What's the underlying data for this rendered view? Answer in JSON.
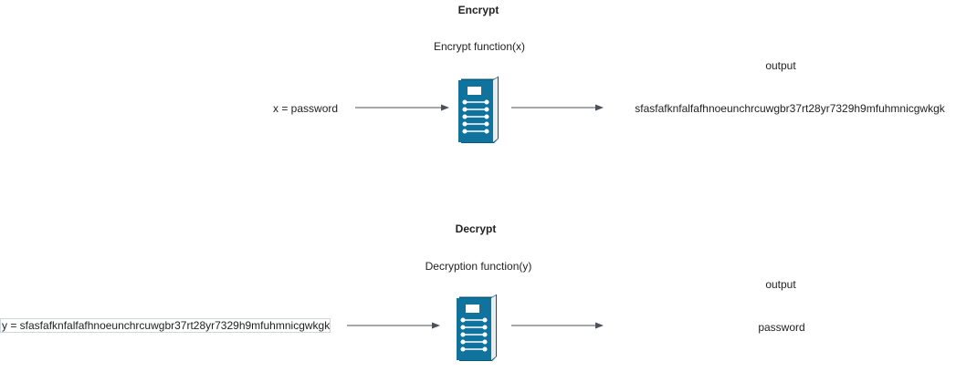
{
  "encrypt": {
    "title": "Encrypt",
    "function_label": "Encrypt function(x)",
    "input_label": "x = password",
    "output_heading": "output",
    "output_value": "sfasfafknfalfafhnoeunchrcuwgbr37rt28yr7329h9mfuhmnicgwkgk"
  },
  "decrypt": {
    "title": "Decrypt",
    "function_label": "Decryption function(y)",
    "input_label": "y = sfasfafknfalfafhnoeunchrcuwgbr37rt28yr7329h9mfuhmnicgwkgk",
    "output_heading": "output",
    "output_value": "password"
  },
  "colors": {
    "server_front": "#10739e",
    "server_side": "#0b5a7c",
    "server_top": "#ffffff",
    "arrow": "#4d4f5c"
  },
  "icons": {
    "server": "server-icon",
    "arrow": "arrow-right-icon"
  }
}
